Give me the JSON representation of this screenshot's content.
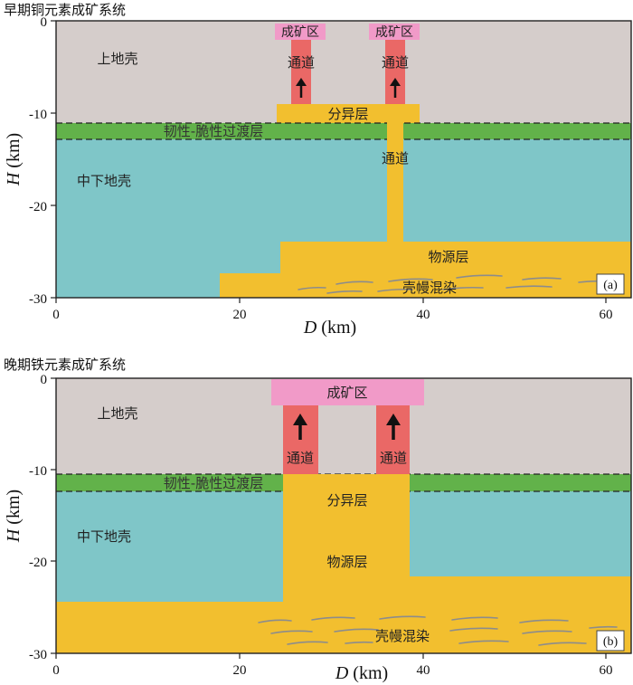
{
  "panels": [
    {
      "title": "早期铜元素成矿系统",
      "tag": "(a)",
      "labels": {
        "upper_crust": "上地壳",
        "mid_lower_crust": "中下地壳",
        "transition_layer": "韧性-脆性过渡层",
        "differentiation_layer": "分异层",
        "source_layer": "物源层",
        "crust_mantle_mixing": "壳幔混染",
        "channel_left": "通道",
        "channel_right": "通道",
        "channel_middle": "通道",
        "ore_zone_left": "成矿区",
        "ore_zone_right": "成矿区"
      }
    },
    {
      "title": "晚期铁元素成矿系统",
      "tag": "(b)",
      "labels": {
        "upper_crust": "上地壳",
        "mid_lower_crust": "中下地壳",
        "transition_layer": "韧性-脆性过渡层",
        "differentiation_layer": "分异层",
        "source_layer": "物源层",
        "crust_mantle_mixing": "壳幔混染",
        "channel_left": "通道",
        "channel_right": "通道",
        "ore_zone": "成矿区"
      }
    }
  ],
  "axes": {
    "x_label_var": "D",
    "x_label_unit": " (km)",
    "y_label_var": "H",
    "y_label_unit": " (km)",
    "x_ticks": [
      "0",
      "20",
      "40",
      "60"
    ],
    "y_ticks": [
      "0",
      "-10",
      "-20",
      "-30"
    ]
  },
  "colors": {
    "upper_crust": "#d5cdcb",
    "mid_lower_crust": "#7fc6c8",
    "transition_layer": "#62b24a",
    "yellow_layer": "#f2bf2f",
    "channel": "#ea6866",
    "ore_zone": "#f19ac8",
    "mixing_strokes": "#8c8c8c"
  }
}
